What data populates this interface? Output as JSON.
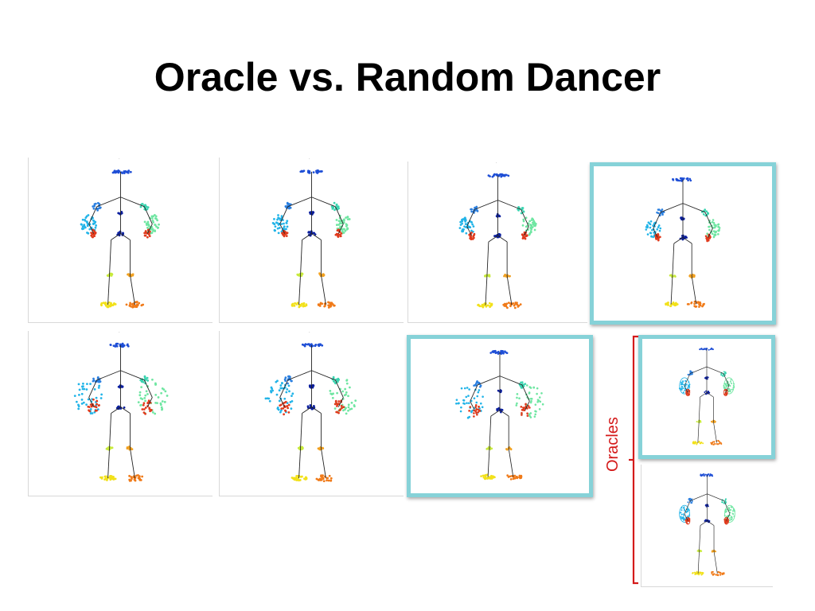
{
  "slide": {
    "title": "Oracle vs. Random Dancer",
    "bracket_label": "Oracles",
    "accent_color": "#86d2d8",
    "label_color": "#d41a1a"
  },
  "panels": [
    {
      "id": "random-1",
      "highlighted": false,
      "spread": "compact"
    },
    {
      "id": "random-2",
      "highlighted": false,
      "spread": "compact"
    },
    {
      "id": "random-3",
      "highlighted": false,
      "spread": "compact"
    },
    {
      "id": "oracle-1",
      "highlighted": true,
      "spread": "compact"
    },
    {
      "id": "random-4",
      "highlighted": false,
      "spread": "wide"
    },
    {
      "id": "random-5",
      "highlighted": false,
      "spread": "wide"
    },
    {
      "id": "oracle-2",
      "highlighted": true,
      "spread": "wide"
    },
    {
      "id": "oracle-3",
      "highlighted": true,
      "spread": "loops"
    },
    {
      "id": "oracle-4",
      "highlighted": false,
      "spread": "loops"
    }
  ]
}
